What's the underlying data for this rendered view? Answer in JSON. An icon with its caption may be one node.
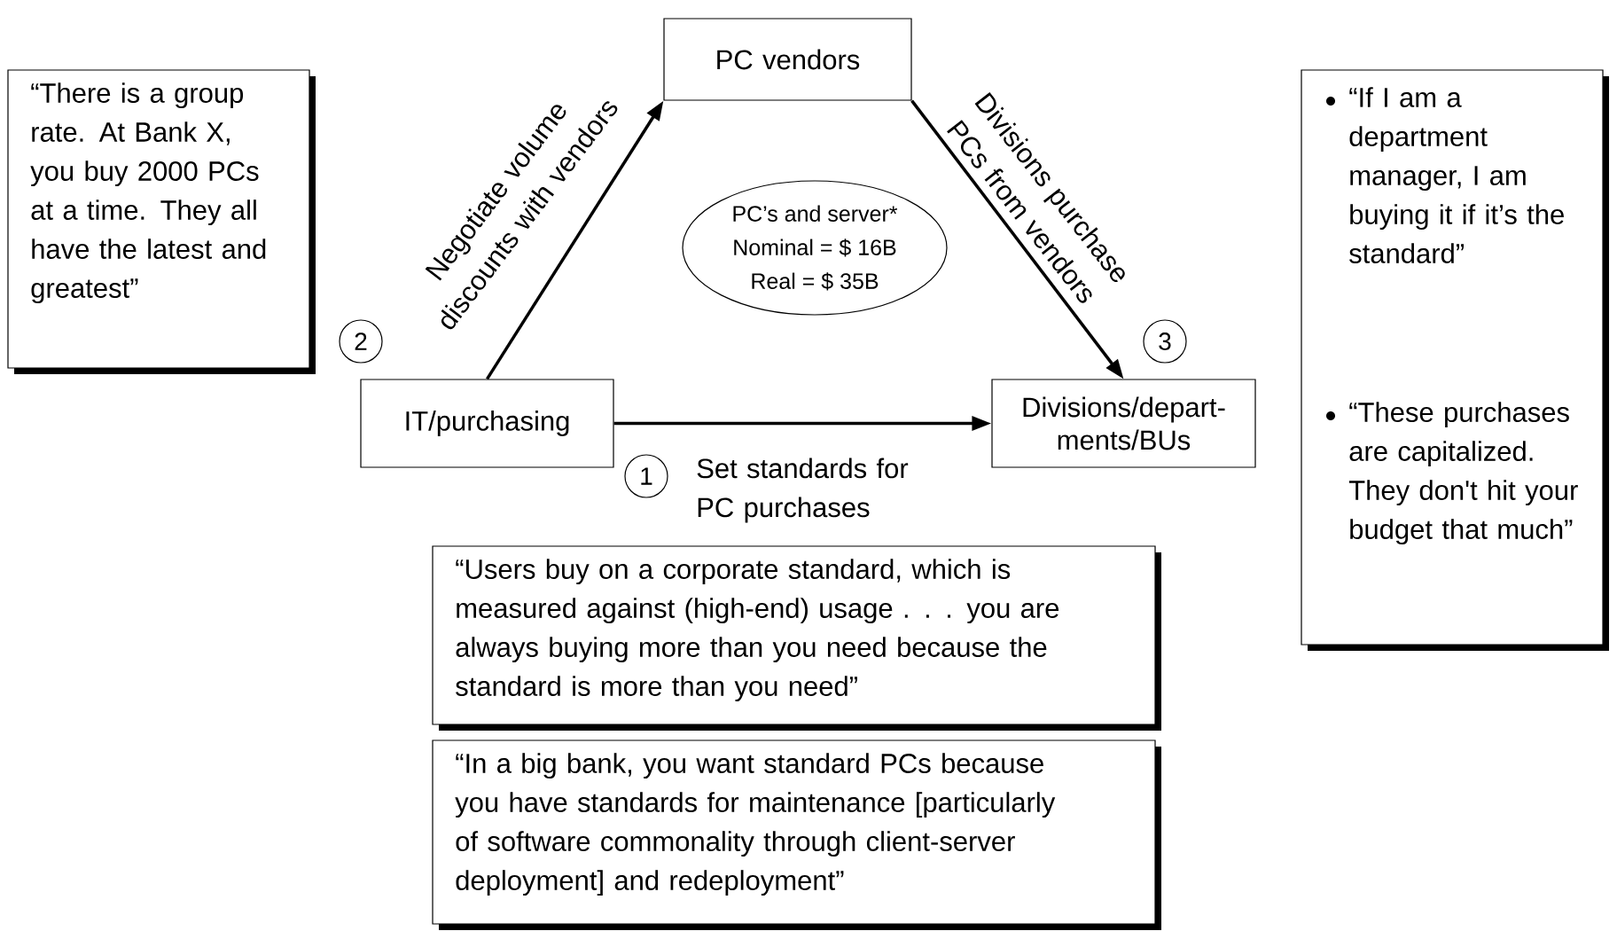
{
  "diagram": {
    "nodes": [
      {
        "text": [
          "“There is a group rate.  At Bank X, you buy 2000 PCs at a time.  They all have the latest and greatest”"
        ]
      },
      {
        "text": [
          "PC vendors"
        ]
      },
      {
        "text": [
          "IT/purchasing"
        ]
      },
      {
        "text": [
          "Divisions/depart-ments/BUs"
        ]
      },
      {
        "text": [
          "PC’s and server*",
          "Nominal = $ 16B",
          "Real = $ 35B"
        ]
      },
      {
        "text": [
          "“If I am a department manager, I am buying it if it’s the standard”",
          "“These purchases are capitalized. They don't hit your budget that much”"
        ]
      },
      {
        "text": [
          "“Users buy on a corporate standard, which is measured against (high-end) usage . . . you are always buying more than you need because the standard is more than you need”"
        ]
      },
      {
        "text": [
          "“In a big bank, you want standard PCs because you have standards for maintenance [particularly of software commonality through client-server deployment] and redeployment”"
        ]
      }
    ],
    "edges": [
      {
        "from": 2,
        "to": 1,
        "arrow": "to",
        "label": "Negotiate volume discounts with vendors"
      },
      {
        "from": 1,
        "to": 3,
        "arrow": "to",
        "label": "Divisions purchase PCs from vendors"
      },
      {
        "from": 2,
        "to": 3,
        "arrow": "to",
        "label": "Set standards for PC purchases"
      }
    ],
    "labels": [
      "2",
      "3",
      "1"
    ]
  }
}
